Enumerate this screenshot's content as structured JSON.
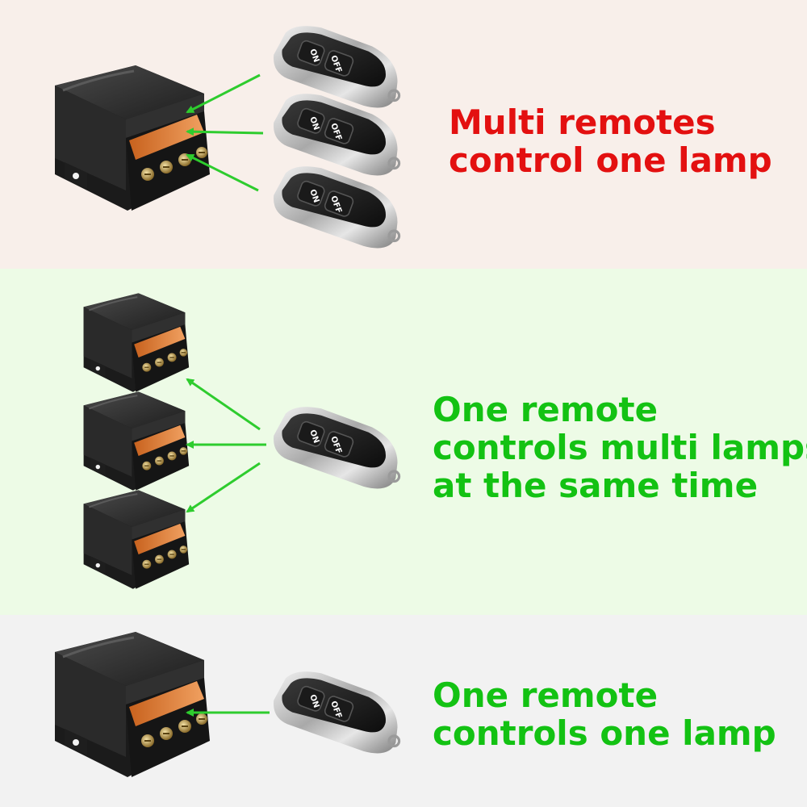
{
  "sections": [
    {
      "caption_lines": [
        "Multi remotes",
        "control  one  lamp"
      ],
      "caption_color": "#e31010",
      "background": "#f8efea"
    },
    {
      "caption_lines": [
        "One remote",
        "controls multi lamps",
        "at the same time"
      ],
      "caption_color": "#13c213",
      "background": "#edfbe6"
    },
    {
      "caption_lines": [
        "One remote",
        "controls one lamp"
      ],
      "caption_color": "#13c213",
      "background": "#f2f2f2"
    }
  ],
  "remote": {
    "on_label": "ON",
    "off_label": "OFF"
  },
  "arrow_color": "#2ecc2e",
  "icons": [
    "relay-module-icon",
    "remote-control-icon",
    "arrow-icon"
  ]
}
